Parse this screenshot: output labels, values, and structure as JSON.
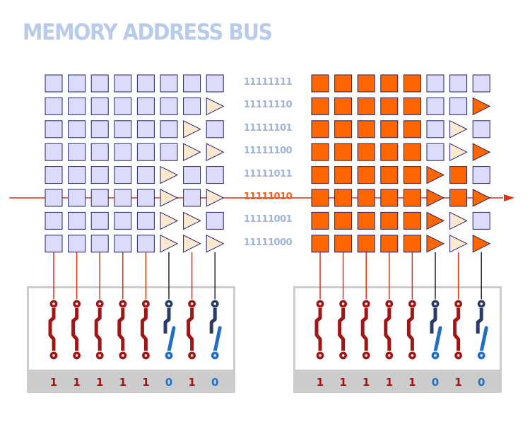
{
  "title": "MEMORY ADDRESS BUS",
  "addresses": [
    "11111111",
    "11111110",
    "11111101",
    "11111100",
    "11111011",
    "11111010",
    "11111001",
    "11111000"
  ],
  "selected_address_index": 5,
  "panels": [
    {
      "name": "idle-bus",
      "bits": [
        "1",
        "1",
        "1",
        "1",
        "1",
        "0",
        "1",
        "0"
      ],
      "highlight_orange": false,
      "triangles": [
        [
          false,
          false,
          false,
          false,
          false,
          false,
          false,
          false
        ],
        [
          false,
          false,
          false,
          false,
          false,
          false,
          false,
          true
        ],
        [
          false,
          false,
          false,
          false,
          false,
          false,
          true,
          false
        ],
        [
          false,
          false,
          false,
          false,
          false,
          false,
          true,
          true
        ],
        [
          false,
          false,
          false,
          false,
          false,
          true,
          false,
          false
        ],
        [
          false,
          false,
          false,
          false,
          false,
          true,
          false,
          true
        ],
        [
          false,
          false,
          false,
          false,
          false,
          true,
          true,
          false
        ],
        [
          false,
          false,
          false,
          false,
          false,
          true,
          true,
          true
        ]
      ]
    },
    {
      "name": "active-bus",
      "bits": [
        "1",
        "1",
        "1",
        "1",
        "1",
        "0",
        "1",
        "0"
      ],
      "highlight_orange": true,
      "triangles": [
        [
          false,
          false,
          false,
          false,
          false,
          false,
          false,
          false
        ],
        [
          false,
          false,
          false,
          false,
          false,
          false,
          false,
          true
        ],
        [
          false,
          false,
          false,
          false,
          false,
          false,
          true,
          false
        ],
        [
          false,
          false,
          false,
          false,
          false,
          false,
          true,
          true
        ],
        [
          false,
          false,
          false,
          false,
          false,
          true,
          false,
          false
        ],
        [
          false,
          false,
          false,
          false,
          false,
          true,
          false,
          true
        ],
        [
          false,
          false,
          false,
          false,
          false,
          true,
          true,
          false
        ],
        [
          false,
          false,
          false,
          false,
          false,
          true,
          true,
          true
        ]
      ]
    }
  ],
  "colors": {
    "cell_fill": "#dcdcfa",
    "cell_stroke": "#22226b",
    "triangle_fill": "#fbe8cf",
    "active_fill": "#ff6600",
    "signal_line": "#dd3311",
    "one_color": "#a31414",
    "zero_color": "#1f6fc7",
    "dark_line": "#222222",
    "panel_border": "#cccccc",
    "panel_bar": "#cccccc"
  }
}
